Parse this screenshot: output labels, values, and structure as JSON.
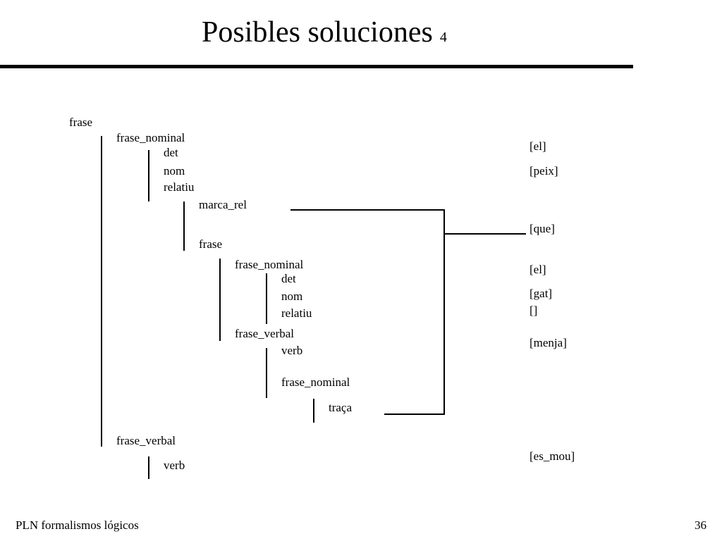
{
  "slide": {
    "title": "Posibles soluciones",
    "title_number": "4",
    "footer_left": "PLN  formalismos lógicos",
    "page_number": "36"
  },
  "tree": {
    "root": "frase",
    "fn1": "frase_nominal",
    "fn1_det": "det",
    "fn1_nom": "nom",
    "fn1_relatiu": "relatiu",
    "marca_rel": "marca_rel",
    "frase2": "frase",
    "fn2": "frase_nominal",
    "fn2_det": "det",
    "fn2_nom": "nom",
    "fn2_relatiu": "relatiu",
    "fv2": "frase_verbal",
    "fv2_verb": "verb",
    "fv2_fn": "frase_nominal",
    "traca": "traça",
    "fv1": "frase_verbal",
    "fv1_verb": "verb"
  },
  "values": {
    "el1": "[el]",
    "peix": "[peix]",
    "que": "[que]",
    "el2": "[el]",
    "gat": "[gat]",
    "empty": "[]",
    "menja": "[menja]",
    "es_mou": "[es_mou]"
  }
}
